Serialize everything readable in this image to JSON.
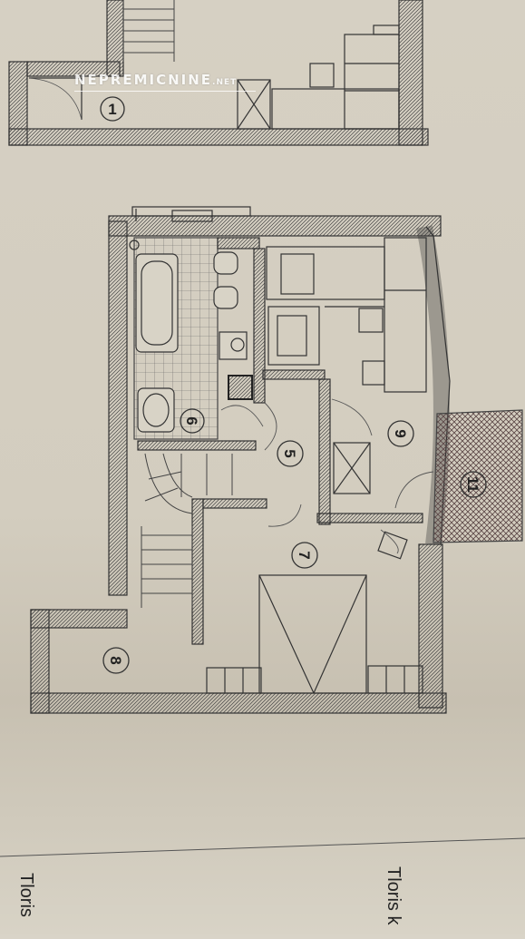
{
  "watermark": {
    "brand": "NEPREMICNINE",
    "tld": ".NET"
  },
  "rooms": [
    {
      "id": "1",
      "label": "1"
    },
    {
      "id": "5",
      "label": "5"
    },
    {
      "id": "6",
      "label": "6"
    },
    {
      "id": "7",
      "label": "7"
    },
    {
      "id": "8",
      "label": "8"
    },
    {
      "id": "9",
      "label": "9"
    },
    {
      "id": "11",
      "label": "11"
    }
  ],
  "captions": {
    "left": "Tloris",
    "right": "Tloris k"
  },
  "colors": {
    "paper": "#d9d4c8",
    "wall": "#333333",
    "hatch": "#555555",
    "terrace": "#8a6a6a"
  }
}
